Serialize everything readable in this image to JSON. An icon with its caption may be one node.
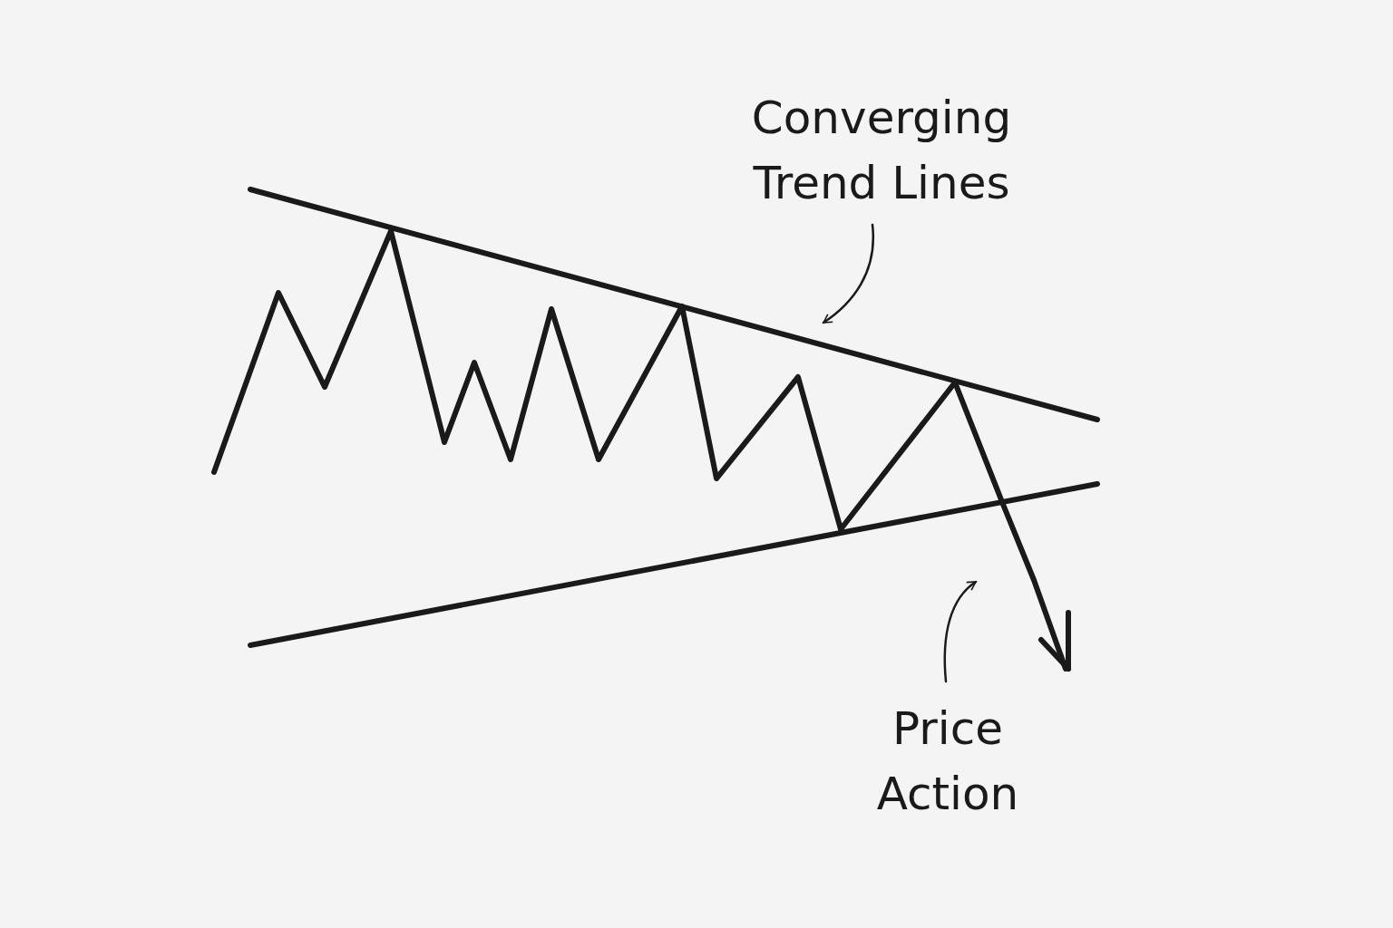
{
  "diagram": {
    "nodes": [
      {
        "text": [
          "Converging Trend Lines"
        ]
      },
      {
        "text": [
          "Price Action"
        ]
      }
    ],
    "edges": [
      {
        "from": 0,
        "to": null,
        "arrow": "to"
      },
      {
        "from": 1,
        "to": null,
        "arrow": "to"
      }
    ]
  }
}
